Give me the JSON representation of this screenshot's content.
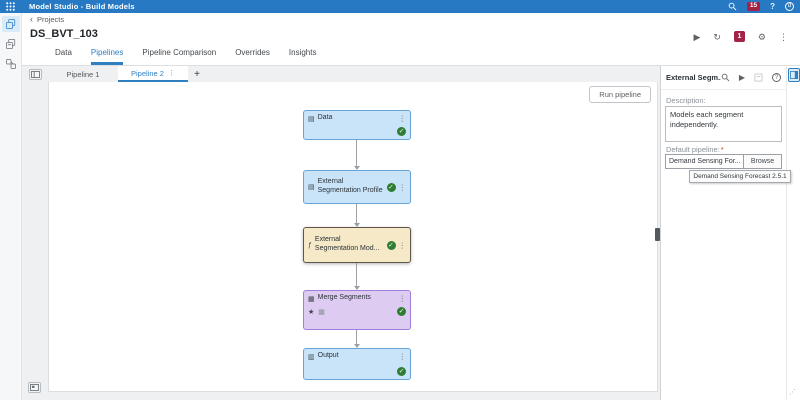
{
  "colors": {
    "topbar_blue": "#2779c4",
    "accent_blue": "#2f7fc1",
    "badge_crimson": "#a32347",
    "node_blue_fill": "#c9e4f8",
    "node_blue_border": "#66a3d8",
    "node_selected_fill": "#f5e9c8",
    "node_selected_border": "#5f574a",
    "node_purple_fill": "#ddcbf2",
    "node_purple_border": "#a07ede",
    "status_green": "#2e7d32"
  },
  "topbar": {
    "app_title": "Model Studio - Build Models",
    "notification_count": "15",
    "help_glyph": "?",
    "avatar_label": "d"
  },
  "header": {
    "back_glyph": "‹",
    "breadcrumb": "Projects",
    "project_title": "DS_BVT_103",
    "run_badge_count": "1"
  },
  "icons": {
    "menu_dots": "⋮",
    "gear": "⚙",
    "refresh": "↻",
    "play": "▶",
    "plus": "+",
    "star": "★",
    "check": "✓",
    "grip": "⋰",
    "data_node": "▤",
    "profile_node": "▤",
    "model_node": "ƒ",
    "merge_node": "▦",
    "output_node": "▥",
    "model_badge": "▦"
  },
  "tabs": [
    {
      "label": "Data",
      "active": false
    },
    {
      "label": "Pipelines",
      "active": true
    },
    {
      "label": "Pipeline Comparison",
      "active": false
    },
    {
      "label": "Overrides",
      "active": false
    },
    {
      "label": "Insights",
      "active": false
    }
  ],
  "pipeline_bar": {
    "tabs": [
      {
        "label": "Pipeline 1",
        "active": false
      },
      {
        "label": "Pipeline 2",
        "active": true
      }
    ]
  },
  "canvas": {
    "run_button_label": "Run pipeline",
    "nodes": [
      {
        "label": "Data",
        "status": "complete"
      },
      {
        "label": "External Segmentation Profile",
        "status": "complete"
      },
      {
        "label": "External Segmentation Mod...",
        "status": "complete",
        "selected": true
      },
      {
        "label": "Merge Segments",
        "status": "complete",
        "starred": true
      },
      {
        "label": "Output",
        "status": "complete"
      }
    ]
  },
  "right_panel": {
    "title": "External Segm...",
    "description_label": "Description:",
    "description_value": "Models each segment independently.",
    "default_pipeline_label": "Default pipeline:",
    "required_marker": "*",
    "pipeline_input_value": "Demand Sensing For...",
    "browse_button_label": "Browse",
    "tooltip_text": "Demand Sensing Forecast 2.5.1"
  }
}
